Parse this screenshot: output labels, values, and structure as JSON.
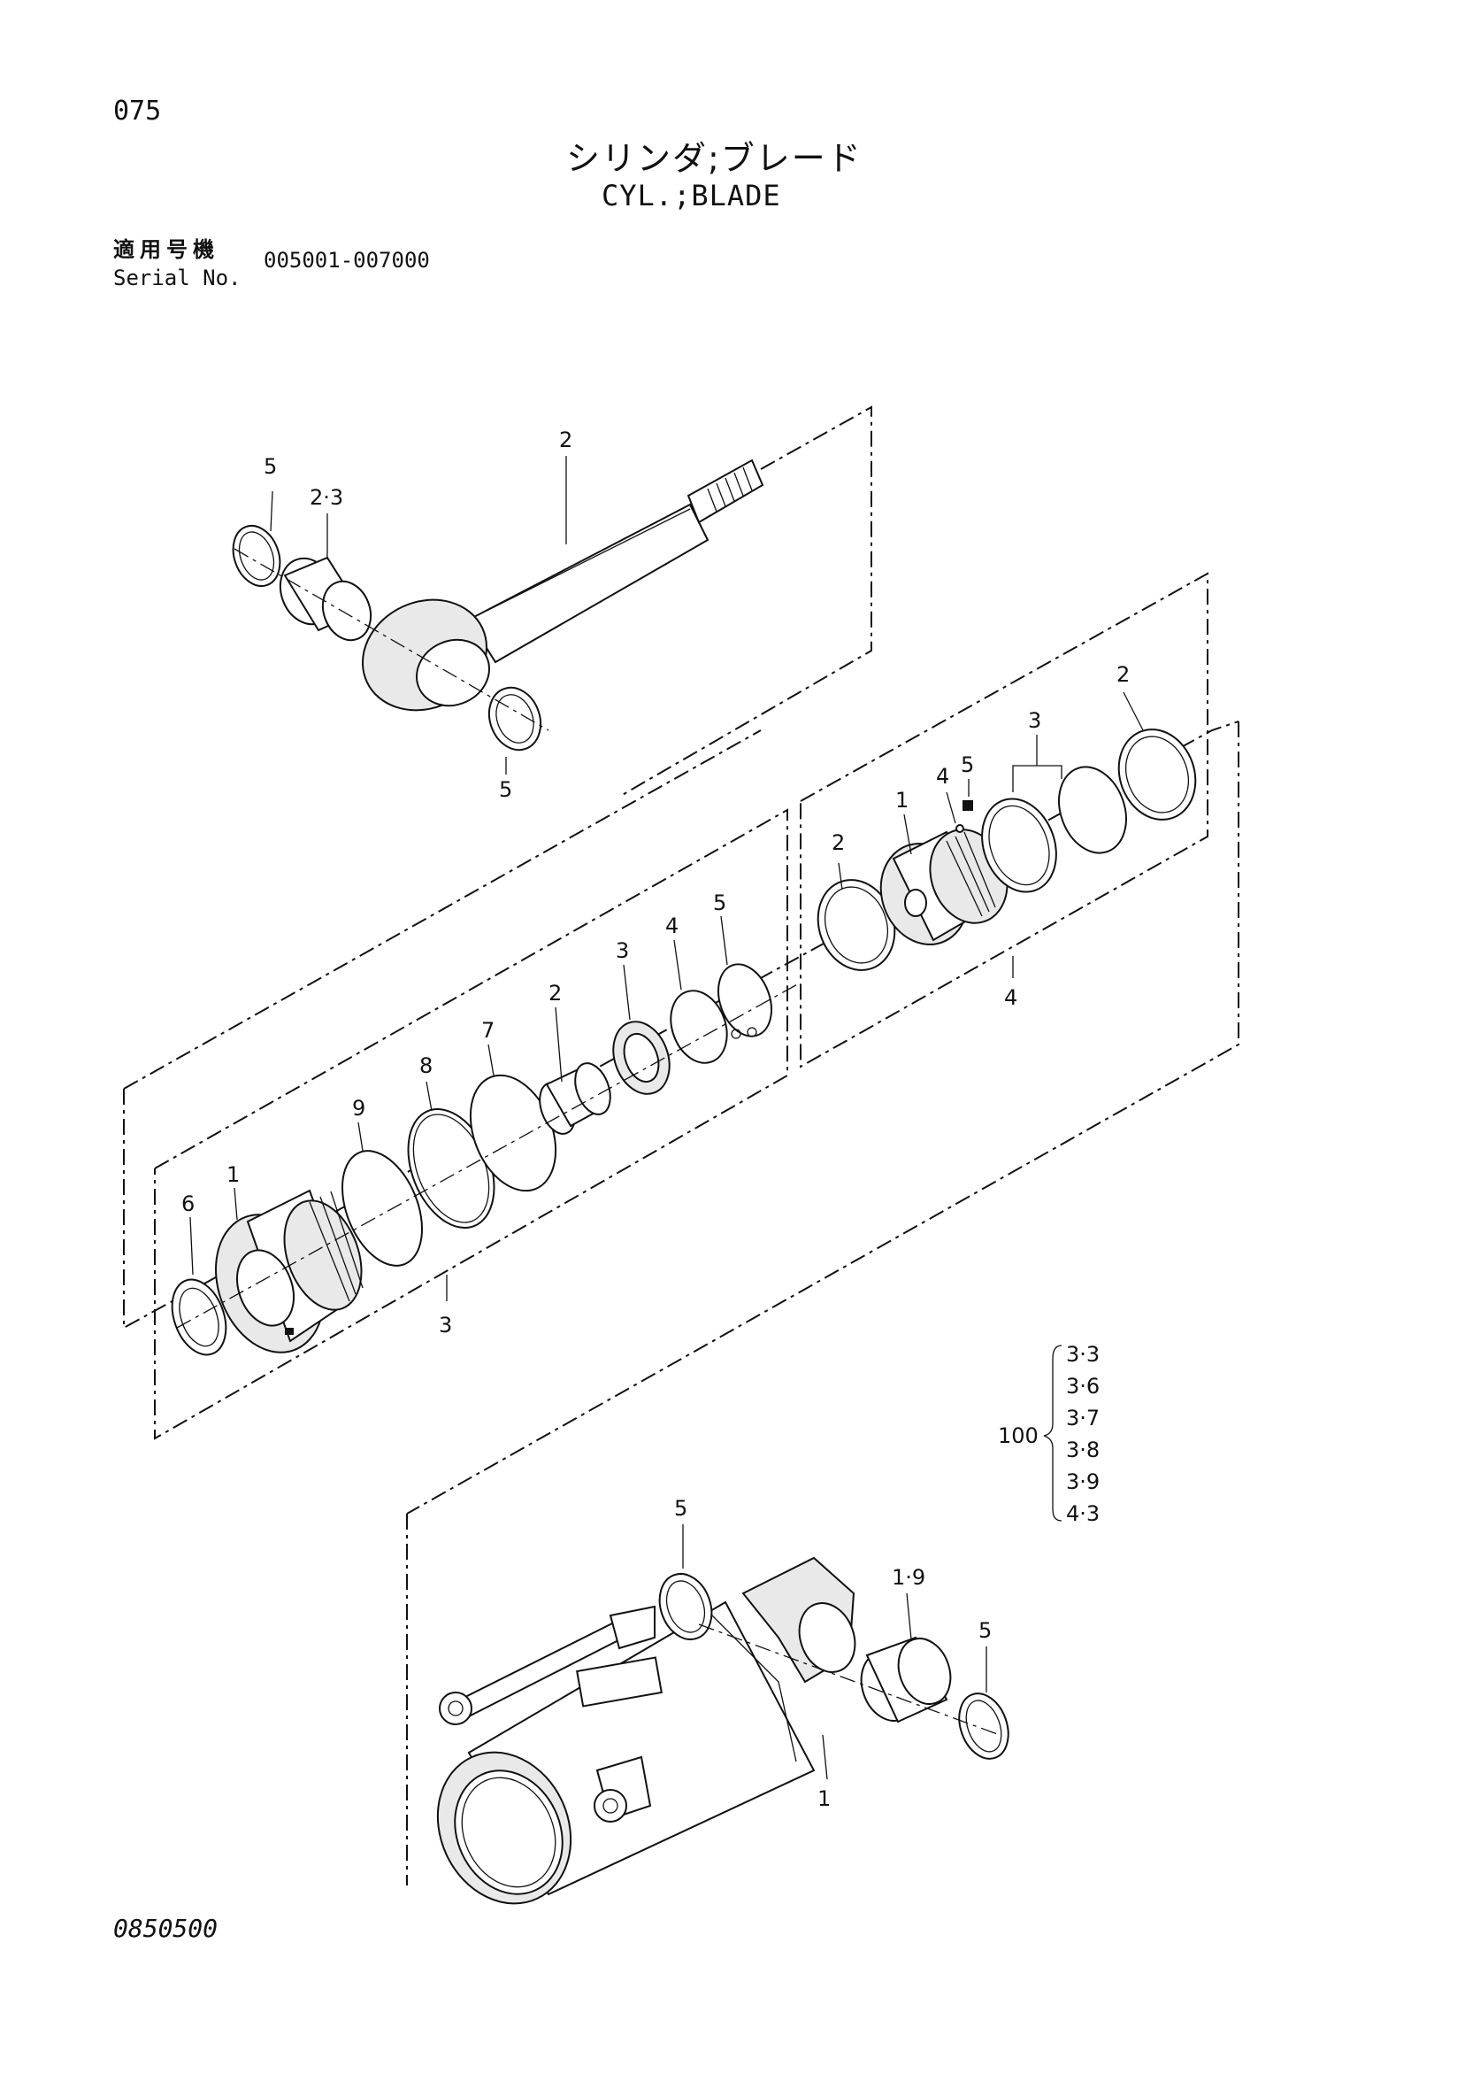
{
  "header": {
    "page_number": "075",
    "title_jp": "シリンダ;ブレード",
    "title_en": "CYL.;BLADE",
    "serial_label_jp": "適用号機",
    "serial_label_en": "Serial No.",
    "serial_range": "005001-007000"
  },
  "rod_group": {
    "labels": [
      "5",
      "2·3",
      "2",
      "5"
    ]
  },
  "piston_group": {
    "labels": [
      "2",
      "1",
      "4",
      "5",
      "3",
      "2"
    ],
    "group_label": "4"
  },
  "head_group": {
    "labels": [
      "6",
      "1",
      "9",
      "8",
      "7",
      "2",
      "3",
      "4",
      "5"
    ],
    "group_label": "3"
  },
  "tube_group": {
    "labels": [
      "5",
      "1·9",
      "5",
      "1"
    ]
  },
  "kit": {
    "number": "100",
    "items": [
      "3·3",
      "3·6",
      "3·7",
      "3·8",
      "3·9",
      "4·3"
    ]
  },
  "footer": {
    "code": "0850500"
  }
}
